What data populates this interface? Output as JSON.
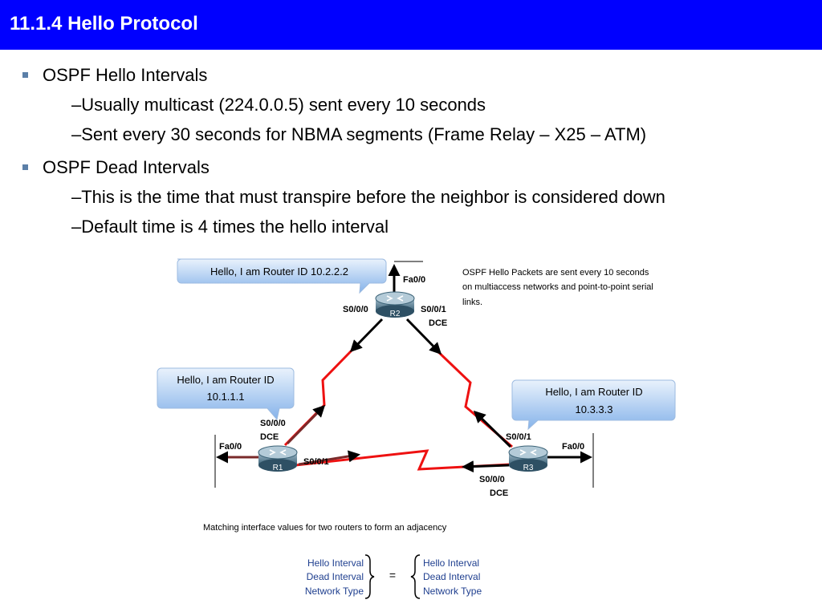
{
  "slide": {
    "title": "11.1.4 Hello Protocol",
    "bullets": [
      {
        "text": "OSPF Hello Intervals",
        "level": 1
      },
      {
        "text": "–Usually multicast (224.0.0.5) sent every 10 seconds",
        "level": 2
      },
      {
        "text": "–Sent every 30 seconds for NBMA segments (Frame Relay – X25 – ATM)",
        "level": 2
      },
      {
        "text": "OSPF Dead Intervals",
        "level": 1
      },
      {
        "text": "–This is the time that must transpire before the neighbor is considered down",
        "level": 2
      },
      {
        "text": "–Default time is 4 times the hello interval",
        "level": 2
      }
    ]
  },
  "diagram": {
    "callouts": {
      "r2": "Hello, I am Router ID 10.2.2.2",
      "r1_line1": "Hello, I am Router ID",
      "r1_line2": "10.1.1.1",
      "r3_line1": "Hello, I am Router ID",
      "r3_line2": "10.3.3.3"
    },
    "note": {
      "line1": "OSPF Hello Packets are sent every 10 seconds",
      "line2": "on multiaccess networks and point-to-point serial",
      "line3": "links."
    },
    "routers": {
      "r1": "R1",
      "r2": "R2",
      "r3": "R3"
    },
    "interfaces": {
      "r2_fa": "Fa0/0",
      "r2_s000": "S0/0/0",
      "r2_s001": "S0/0/1",
      "r2_dce": "DCE",
      "r1_s000": "S0/0/0",
      "r1_dce": "DCE",
      "r1_fa": "Fa0/0",
      "r1_s001": "S0/0/1",
      "r3_s001": "S0/0/1",
      "r3_fa": "Fa0/0",
      "r3_s000": "S0/0/0",
      "r3_dce": "DCE"
    },
    "matching": {
      "caption": "Matching interface values for two routers to form an adjacency",
      "left": [
        "Hello Interval",
        "Dead Interval",
        "Network Type"
      ],
      "equals": "=",
      "right": [
        "Hello Interval",
        "Dead Interval",
        "Network Type"
      ]
    },
    "colors": {
      "title_bar": "#0000ff",
      "serial_link": "#ee1111",
      "callout_top": "#e9f2fc",
      "callout_bottom": "#86b3ea",
      "matching_text": "#1f3f8f"
    }
  }
}
